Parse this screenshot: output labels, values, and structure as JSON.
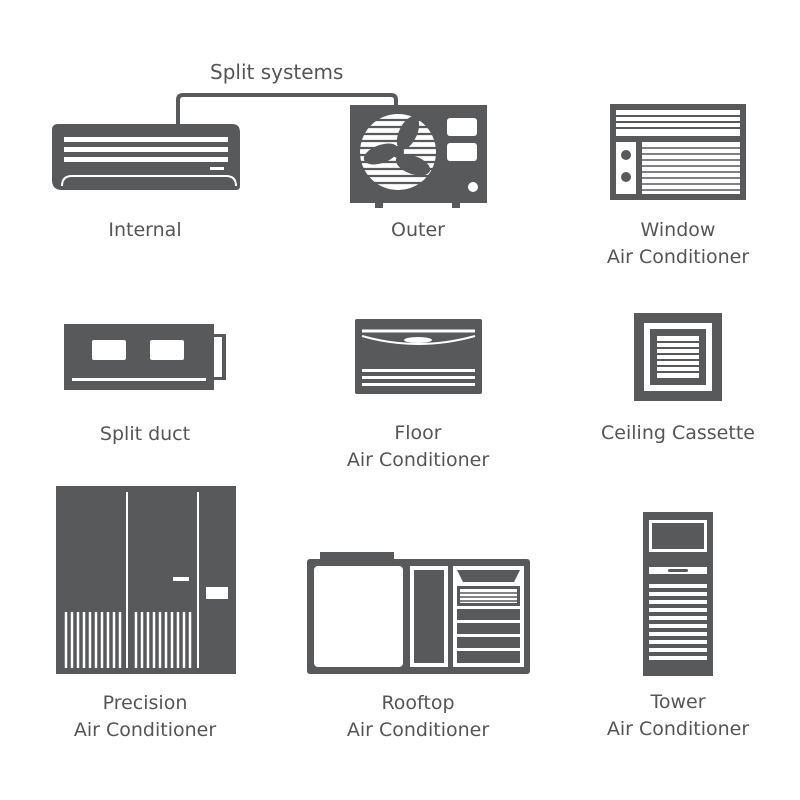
{
  "colors": {
    "icon": "#58595b",
    "text": "#555555",
    "background": "#ffffff"
  },
  "heading": "Split systems",
  "items": {
    "internal": {
      "icon": "wall-split-indoor-unit-icon",
      "lines": [
        "Internal"
      ]
    },
    "outer": {
      "icon": "outdoor-condenser-unit-icon",
      "lines": [
        "Outer"
      ]
    },
    "window": {
      "icon": "window-air-conditioner-icon",
      "lines": [
        "Window",
        "Air Conditioner"
      ]
    },
    "split_duct": {
      "icon": "split-duct-unit-icon",
      "lines": [
        "Split duct"
      ]
    },
    "floor": {
      "icon": "floor-air-conditioner-icon",
      "lines": [
        "Floor",
        "Air Conditioner"
      ]
    },
    "ceiling_cassette": {
      "icon": "ceiling-cassette-icon",
      "lines": [
        "Ceiling Cassette"
      ]
    },
    "precision": {
      "icon": "precision-air-conditioner-icon",
      "lines": [
        "Precision",
        "Air Conditioner"
      ]
    },
    "rooftop": {
      "icon": "rooftop-air-conditioner-icon",
      "lines": [
        "Rooftop",
        "Air Conditioner"
      ]
    },
    "tower": {
      "icon": "tower-air-conditioner-icon",
      "lines": [
        "Tower",
        "Air Conditioner"
      ]
    }
  }
}
